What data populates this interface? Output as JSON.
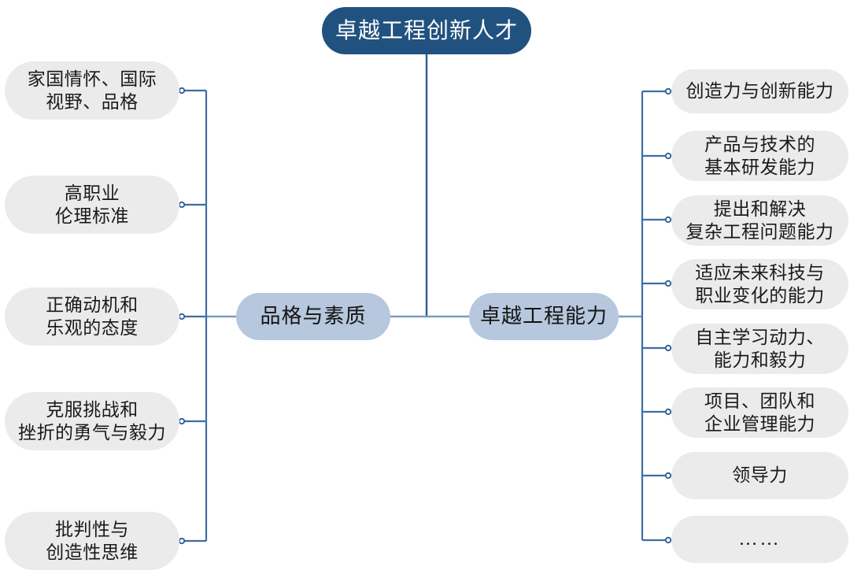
{
  "diagram": {
    "type": "mind-map",
    "title": "卓越工程创新人才",
    "colors": {
      "root_fill": "#21527f",
      "root_text": "#ffffff",
      "branch_fill": "#b6c7de",
      "branch_text": "#141414",
      "leaf_fill": "#ebebeb",
      "leaf_text": "#1a1a1a",
      "connector_light": "#7a9cc0",
      "connector_dark": "#2a5d92",
      "background": "#ffffff"
    },
    "root": {
      "label": "卓越工程创新人才"
    },
    "branches": [
      {
        "id": "left-branch",
        "label": "品格与素质",
        "side": "left",
        "children": [
          {
            "label": "家国情怀、国际\n视野、品格"
          },
          {
            "label": "高职业\n伦理标准"
          },
          {
            "label": "正确动机和\n乐观的态度"
          },
          {
            "label": "克服挑战和\n挫折的勇气与毅力"
          },
          {
            "label": "批判性与\n创造性思维"
          }
        ]
      },
      {
        "id": "right-branch",
        "label": "卓越工程能力",
        "side": "right",
        "children": [
          {
            "label": "创造力与创新能力"
          },
          {
            "label": "产品与技术的\n基本研发能力"
          },
          {
            "label": "提出和解决\n复杂工程问题能力"
          },
          {
            "label": "适应未来科技与\n职业变化的能力"
          },
          {
            "label": "自主学习动力、\n能力和毅力"
          },
          {
            "label": "项目、团队和\n企业管理能力"
          },
          {
            "label": "领导力"
          },
          {
            "label": "……"
          }
        ]
      }
    ]
  }
}
